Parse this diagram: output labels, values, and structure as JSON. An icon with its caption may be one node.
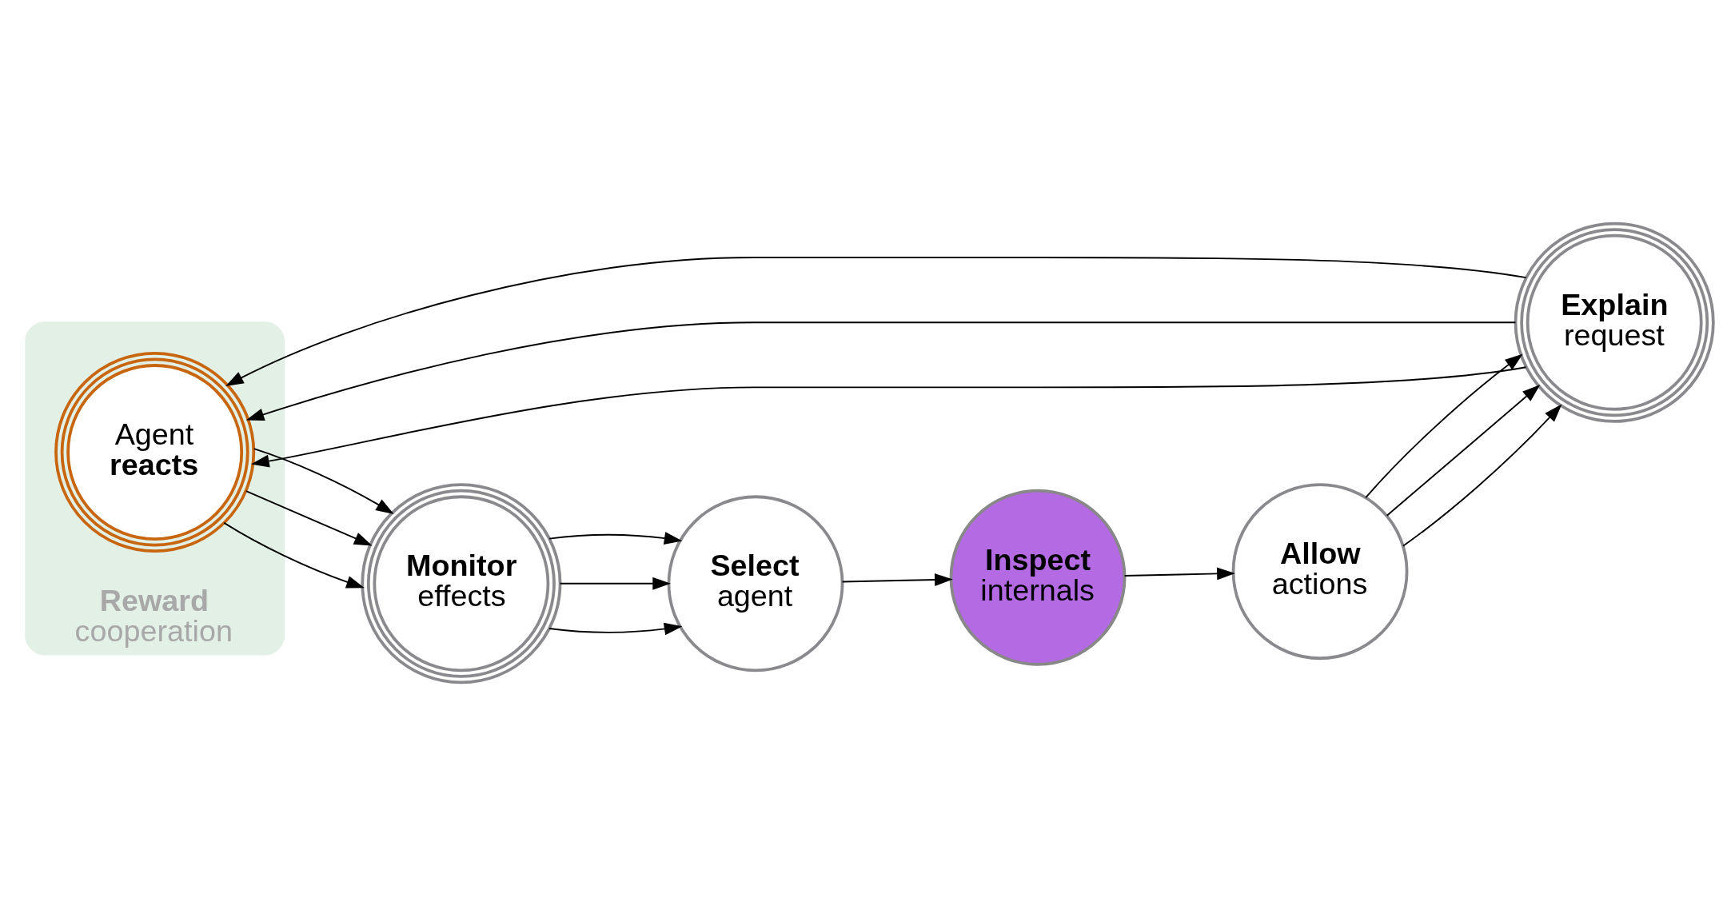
{
  "diagram": {
    "nodes": [
      {
        "text": [
          "Inspect",
          "internals"
        ]
      },
      {
        "text": [
          "Allow",
          "actions"
        ]
      },
      {
        "text": [
          "Explain",
          "request"
        ]
      },
      {
        "text": [
          "Reward",
          "cooperation"
        ]
      },
      {
        "text": [
          "Agent",
          "reacts"
        ],
        "in": 3
      },
      {
        "text": [
          "Monitor",
          "effects"
        ]
      },
      {
        "text": [
          "Select",
          "agent"
        ]
      }
    ],
    "edges": [
      {
        "from": 0,
        "to": 1,
        "arrow": "to"
      },
      {
        "from": 1,
        "to": 2,
        "arrow": "to"
      },
      {
        "from": 1,
        "to": 2,
        "arrow": "to"
      },
      {
        "from": 1,
        "to": 2,
        "arrow": "to"
      },
      {
        "from": 2,
        "to": 4,
        "arrow": "to"
      },
      {
        "from": 2,
        "to": 4,
        "arrow": "to"
      },
      {
        "from": 2,
        "to": 4,
        "arrow": "to"
      },
      {
        "from": 4,
        "to": 5,
        "arrow": "to"
      },
      {
        "from": 4,
        "to": 5,
        "arrow": "to"
      },
      {
        "from": 4,
        "to": 5,
        "arrow": "to"
      },
      {
        "from": 5,
        "to": 6,
        "arrow": "to"
      },
      {
        "from": 5,
        "to": 6,
        "arrow": "to"
      },
      {
        "from": 5,
        "to": 6,
        "arrow": "to"
      },
      {
        "from": 6,
        "to": 0,
        "arrow": "to"
      }
    ]
  }
}
